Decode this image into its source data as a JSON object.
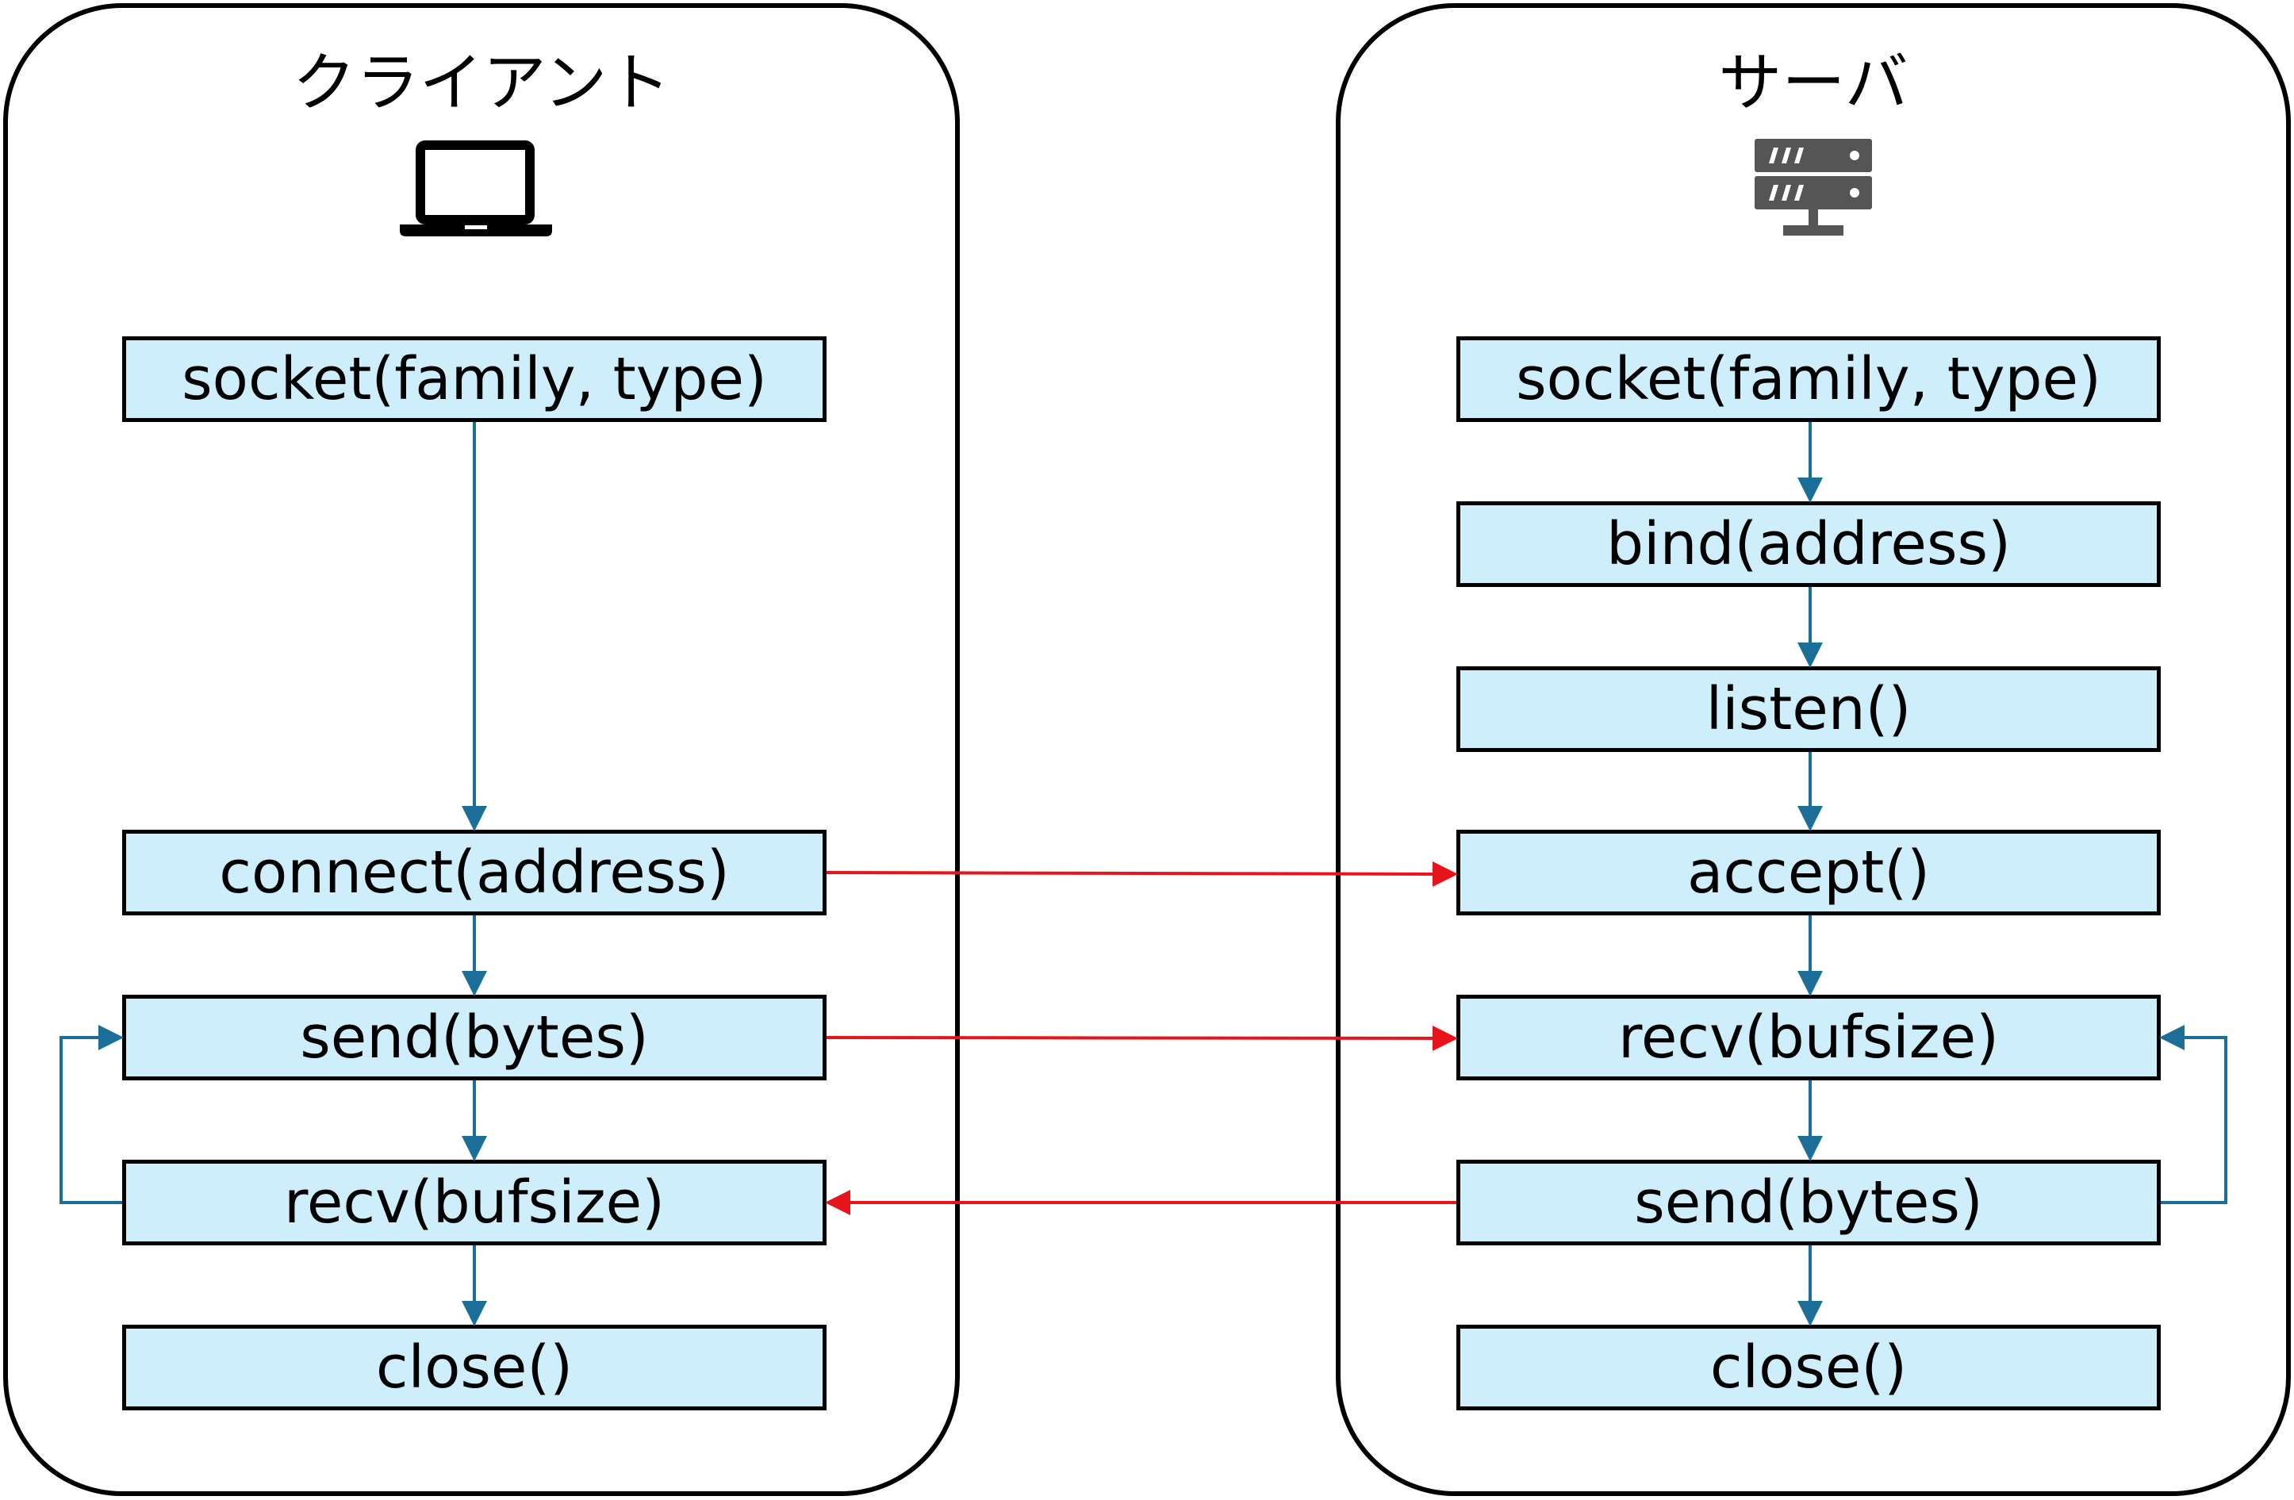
{
  "client": {
    "title": "クライアント",
    "icon": "laptop-icon",
    "steps": [
      {
        "id": "socket",
        "label": "socket(family, type)"
      },
      {
        "id": "connect",
        "label": "connect(address)"
      },
      {
        "id": "send",
        "label": "send(bytes)"
      },
      {
        "id": "recv",
        "label": "recv(bufsize)"
      },
      {
        "id": "close",
        "label": "close()"
      }
    ]
  },
  "server": {
    "title": "サーバ",
    "icon": "server-icon",
    "steps": [
      {
        "id": "socket",
        "label": "socket(family, type)"
      },
      {
        "id": "bind",
        "label": "bind(address)"
      },
      {
        "id": "listen",
        "label": "listen()"
      },
      {
        "id": "accept",
        "label": "accept()"
      },
      {
        "id": "recv",
        "label": "recv(bufsize)"
      },
      {
        "id": "send",
        "label": "send(bytes)"
      },
      {
        "id": "close",
        "label": "close()"
      }
    ]
  },
  "colors": {
    "box_fill": "#cdeefa",
    "flow_arrow": "#1a6e98",
    "message_arrow": "#e8141c",
    "server_icon": "#555555"
  }
}
